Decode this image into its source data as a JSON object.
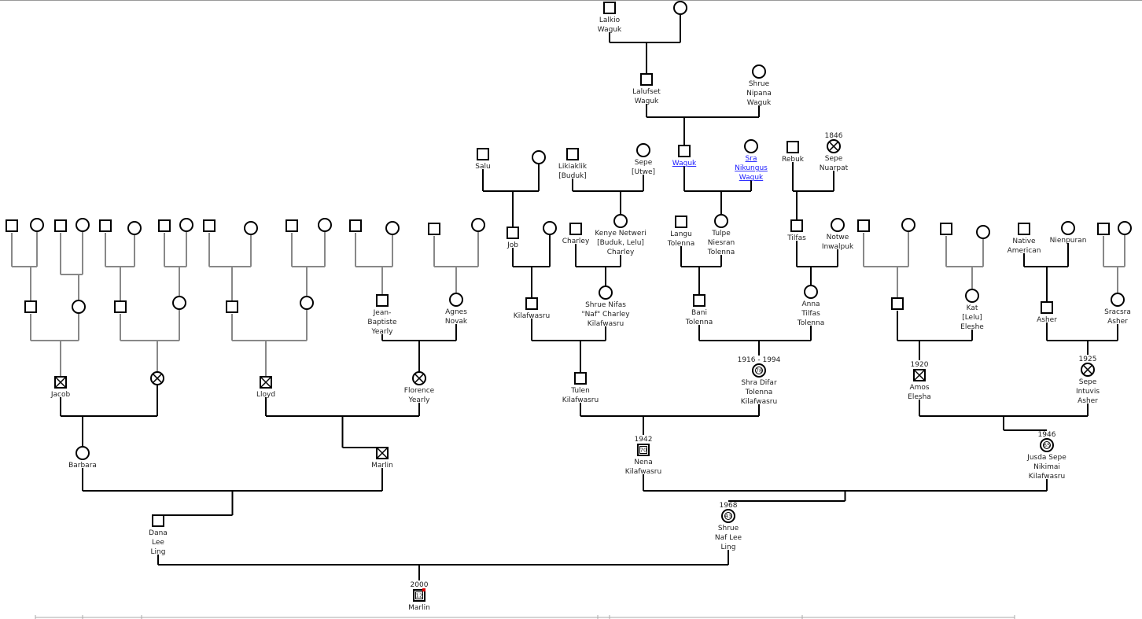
{
  "people": [
    {
      "id": "lalkio",
      "sex": "m",
      "name": [
        "Lalkio",
        "Waguk"
      ]
    },
    {
      "id": "lalkio_wife",
      "sex": "f",
      "name": []
    },
    {
      "id": "lalufset",
      "sex": "m",
      "name": [
        "Lalufset",
        "Waguk"
      ]
    },
    {
      "id": "shrue_nipana",
      "sex": "f",
      "name": [
        "Shrue",
        "Nipana",
        "Waguk"
      ]
    },
    {
      "id": "salu",
      "sex": "m",
      "name": [
        "Salu"
      ]
    },
    {
      "id": "salu_wife",
      "sex": "f",
      "name": []
    },
    {
      "id": "likiaklik",
      "sex": "m",
      "name": [
        "Likiaklik",
        "[Buduk]"
      ]
    },
    {
      "id": "sepe_utwe",
      "sex": "f",
      "name": [
        "Sepe",
        "[Utwe]"
      ]
    },
    {
      "id": "waguk",
      "sex": "m",
      "name": [
        "Waguk"
      ],
      "link": true
    },
    {
      "id": "sra_nikungus",
      "sex": "f",
      "name": [
        "Sra",
        "Nikungus",
        "Waguk"
      ],
      "link": true
    },
    {
      "id": "rebuk",
      "sex": "m",
      "name": [
        "Rebuk"
      ]
    },
    {
      "id": "sepe_nuarpat",
      "sex": "f",
      "deceased": true,
      "year": "1846",
      "name": [
        "Sepe",
        "Nuarpat"
      ]
    },
    {
      "id": "p1",
      "sex": "m",
      "name": []
    },
    {
      "id": "p2",
      "sex": "f",
      "name": []
    },
    {
      "id": "p3",
      "sex": "m",
      "name": []
    },
    {
      "id": "p4",
      "sex": "f",
      "name": []
    },
    {
      "id": "p5",
      "sex": "m",
      "name": []
    },
    {
      "id": "p6",
      "sex": "f",
      "name": []
    },
    {
      "id": "p7",
      "sex": "m",
      "name": []
    },
    {
      "id": "p8",
      "sex": "f",
      "name": []
    },
    {
      "id": "p9",
      "sex": "m",
      "name": []
    },
    {
      "id": "p10",
      "sex": "f",
      "name": []
    },
    {
      "id": "p11",
      "sex": "m",
      "name": []
    },
    {
      "id": "p12",
      "sex": "f",
      "name": []
    },
    {
      "id": "p13",
      "sex": "m",
      "name": []
    },
    {
      "id": "p14",
      "sex": "f",
      "name": []
    },
    {
      "id": "p15",
      "sex": "m",
      "name": []
    },
    {
      "id": "p16",
      "sex": "f",
      "name": []
    },
    {
      "id": "job",
      "sex": "m",
      "name": [
        "Job"
      ]
    },
    {
      "id": "job_wife",
      "sex": "f",
      "name": []
    },
    {
      "id": "charley",
      "sex": "m",
      "name": [
        "Charley"
      ]
    },
    {
      "id": "kenye",
      "sex": "f",
      "name": [
        "Kenye Netweri",
        "[Buduk, Lelu]",
        "Charley"
      ]
    },
    {
      "id": "langu",
      "sex": "m",
      "name": [
        "Langu",
        "Tolenna"
      ]
    },
    {
      "id": "tulpe",
      "sex": "f",
      "name": [
        "Tulpe",
        "Niesran",
        "Tolenna"
      ]
    },
    {
      "id": "tilfas",
      "sex": "m",
      "name": [
        "Tilfas"
      ]
    },
    {
      "id": "notwe",
      "sex": "f",
      "name": [
        "Notwe",
        "Inwalpuk"
      ]
    },
    {
      "id": "p17",
      "sex": "m",
      "name": []
    },
    {
      "id": "p18",
      "sex": "f",
      "name": []
    },
    {
      "id": "p19",
      "sex": "m",
      "name": []
    },
    {
      "id": "p20",
      "sex": "f",
      "name": []
    },
    {
      "id": "native_american",
      "sex": "m",
      "name": [
        "Native",
        "American"
      ]
    },
    {
      "id": "nienpuran",
      "sex": "f",
      "name": [
        "Nienpuran"
      ]
    },
    {
      "id": "p21",
      "sex": "m",
      "name": []
    },
    {
      "id": "p22",
      "sex": "f",
      "name": []
    },
    {
      "id": "g1",
      "sex": "m",
      "name": []
    },
    {
      "id": "g2",
      "sex": "f",
      "name": []
    },
    {
      "id": "g3",
      "sex": "m",
      "name": []
    },
    {
      "id": "g4",
      "sex": "f",
      "name": []
    },
    {
      "id": "g5",
      "sex": "m",
      "name": []
    },
    {
      "id": "g6",
      "sex": "f",
      "name": []
    },
    {
      "id": "jean_baptiste",
      "sex": "m",
      "name": [
        "Jean-",
        "Baptiste",
        "Yearly"
      ]
    },
    {
      "id": "agnes",
      "sex": "f",
      "name": [
        "Agnes",
        "Novak"
      ]
    },
    {
      "id": "kilafwasru",
      "sex": "m",
      "name": [
        "Kilafwasru"
      ]
    },
    {
      "id": "shrue_nifas",
      "sex": "f",
      "name": [
        "Shrue Nifas",
        "\"Naf\" Charley",
        "Kilafwasru"
      ]
    },
    {
      "id": "bani",
      "sex": "m",
      "name": [
        "Bani",
        "Tolenna"
      ]
    },
    {
      "id": "anna",
      "sex": "f",
      "name": [
        "Anna",
        "Tilfas",
        "Tolenna"
      ]
    },
    {
      "id": "g7",
      "sex": "m",
      "name": []
    },
    {
      "id": "kat",
      "sex": "f",
      "name": [
        "Kat",
        "[Lelu]",
        "Eleshe"
      ]
    },
    {
      "id": "asher",
      "sex": "m",
      "name": [
        "Asher"
      ]
    },
    {
      "id": "sracsra",
      "sex": "f",
      "name": [
        "Sracsra",
        "Asher"
      ]
    },
    {
      "id": "jacob",
      "sex": "m",
      "deceased": true,
      "name": [
        "Jacob"
      ]
    },
    {
      "id": "jacob_wife",
      "sex": "f",
      "deceased": true,
      "name": []
    },
    {
      "id": "lloyd",
      "sex": "m",
      "deceased": true,
      "name": [
        "Lloyd"
      ]
    },
    {
      "id": "florence",
      "sex": "f",
      "deceased": true,
      "name": [
        "Florence",
        "Yearly"
      ]
    },
    {
      "id": "tulen",
      "sex": "m",
      "name": [
        "Tulen",
        "Kilafwasru"
      ]
    },
    {
      "id": "shra_difar",
      "sex": "f",
      "year": "1916 - 1994",
      "age": "78",
      "name": [
        "Shra Difar",
        "Tolenna",
        "Kilafwasru"
      ]
    },
    {
      "id": "amos",
      "sex": "m",
      "deceased": true,
      "year": "1920",
      "name": [
        "Amos",
        "Elesha"
      ]
    },
    {
      "id": "sepe_intuvis",
      "sex": "f",
      "deceased": true,
      "year": "1925",
      "name": [
        "Sepe",
        "Intuvis",
        "Asher"
      ]
    },
    {
      "id": "barbara",
      "sex": "f",
      "name": [
        "Barbara"
      ]
    },
    {
      "id": "marlin_sr",
      "sex": "m",
      "deceased": true,
      "name": [
        "Marlin"
      ]
    },
    {
      "id": "nena",
      "sex": "m",
      "year": "1942",
      "age": "70",
      "name": [
        "Nena",
        "Kilafwasru"
      ]
    },
    {
      "id": "jusda",
      "sex": "f",
      "year": "1946",
      "age": "65",
      "name": [
        "Jusda Sepe",
        "Nikimai",
        "Kilafwasru"
      ]
    },
    {
      "id": "dana",
      "sex": "m",
      "name": [
        "Dana",
        "Lee",
        "Ling"
      ]
    },
    {
      "id": "shrue_naf",
      "sex": "f",
      "year": "1968",
      "age": "43",
      "name": [
        "Shrue",
        "Naf Lee",
        "Ling"
      ]
    },
    {
      "id": "marlin",
      "sex": "m",
      "year": "2000",
      "age": "12",
      "focus": true,
      "name": [
        "Marlin"
      ]
    }
  ]
}
